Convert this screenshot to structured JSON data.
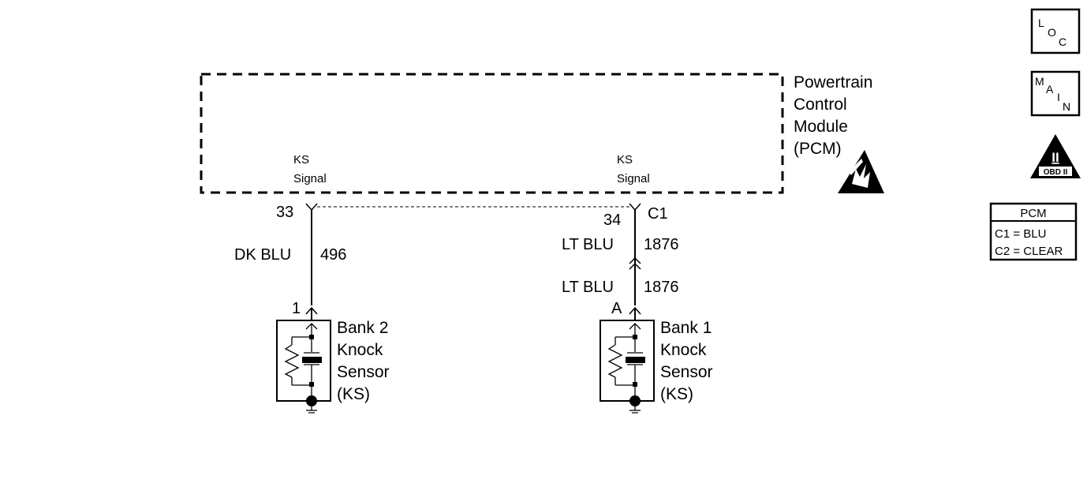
{
  "module": {
    "name_lines": [
      "Powertrain",
      "Control",
      "Module",
      "(PCM)"
    ],
    "left_pin_label": [
      "KS",
      "Signal"
    ],
    "right_pin_label": [
      "KS",
      "Signal"
    ]
  },
  "left_circuit": {
    "pcm_pin": "33",
    "wire_color": "DK BLU",
    "circuit_number": "496",
    "sensor_pin": "1",
    "sensor_lines": [
      "Bank 2",
      "Knock",
      "Sensor",
      "(KS)"
    ]
  },
  "right_circuit": {
    "pcm_pin": "34",
    "connector": "C1",
    "upper_wire_color": "LT BLU",
    "upper_circuit_number": "1876",
    "lower_wire_color": "LT BLU",
    "lower_circuit_number": "1876",
    "sensor_pin": "A",
    "sensor_lines": [
      "Bank 1",
      "Knock",
      "Sensor",
      "(KS)"
    ]
  },
  "side_icons": {
    "loc": [
      "L",
      "O",
      "C"
    ],
    "main": [
      "M",
      "A",
      "I",
      "N"
    ],
    "obd": {
      "numeral": "II",
      "label": "OBD II"
    }
  },
  "pcm_legend": {
    "title": "PCM",
    "rows": [
      "C1 = BLU",
      "C2 = CLEAR"
    ]
  },
  "colors": {
    "ink": "#000000",
    "background": "#ffffff"
  }
}
